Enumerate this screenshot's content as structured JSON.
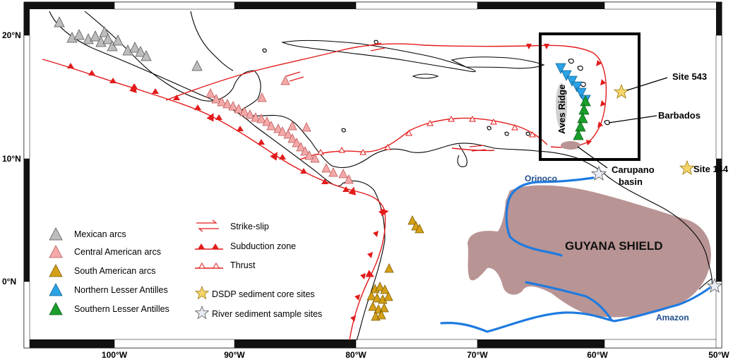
{
  "axes": {
    "lat_labels": [
      "20°N",
      "10°N",
      "0°N"
    ],
    "lon_labels": [
      "100°W",
      "90°W",
      "80°W",
      "70°W",
      "60°W",
      "50°W"
    ]
  },
  "labels": {
    "aves_ridge": "Aves Ridge",
    "site_543": "Site 543",
    "barbados": "Barbados",
    "carupano_line1": "Carupano",
    "carupano_line2": "basin",
    "site_144": "Site 144",
    "orinoco": "Orinoco",
    "amazon": "Amazon",
    "guyana_shield": "GUYANA SHIELD"
  },
  "legend_arcs": [
    {
      "label": "Mexican arcs",
      "color": "#bdbdbd"
    },
    {
      "label": "Central American arcs",
      "color": "#f4a9a9"
    },
    {
      "label": "South American arcs",
      "color": "#d4a017"
    },
    {
      "label": "Northern Lesser Antilles",
      "color": "#2aa3e6"
    },
    {
      "label": "Southern Lesser Antilles",
      "color": "#1a9e2c"
    }
  ],
  "legend_structures": [
    {
      "label": "Strike-slip"
    },
    {
      "label": "Subduction zone"
    },
    {
      "label": "Thrust"
    },
    {
      "label": "DSDP sediment core sites"
    },
    {
      "label": "River sediment sample sites"
    }
  ],
  "colors": {
    "fault": "#e31b1b",
    "river": "#1e7be0",
    "shield": "#b99494",
    "star_dsdp": "#f5d56a",
    "star_river": "#e8ecf5",
    "frame_dark": "#111111"
  }
}
